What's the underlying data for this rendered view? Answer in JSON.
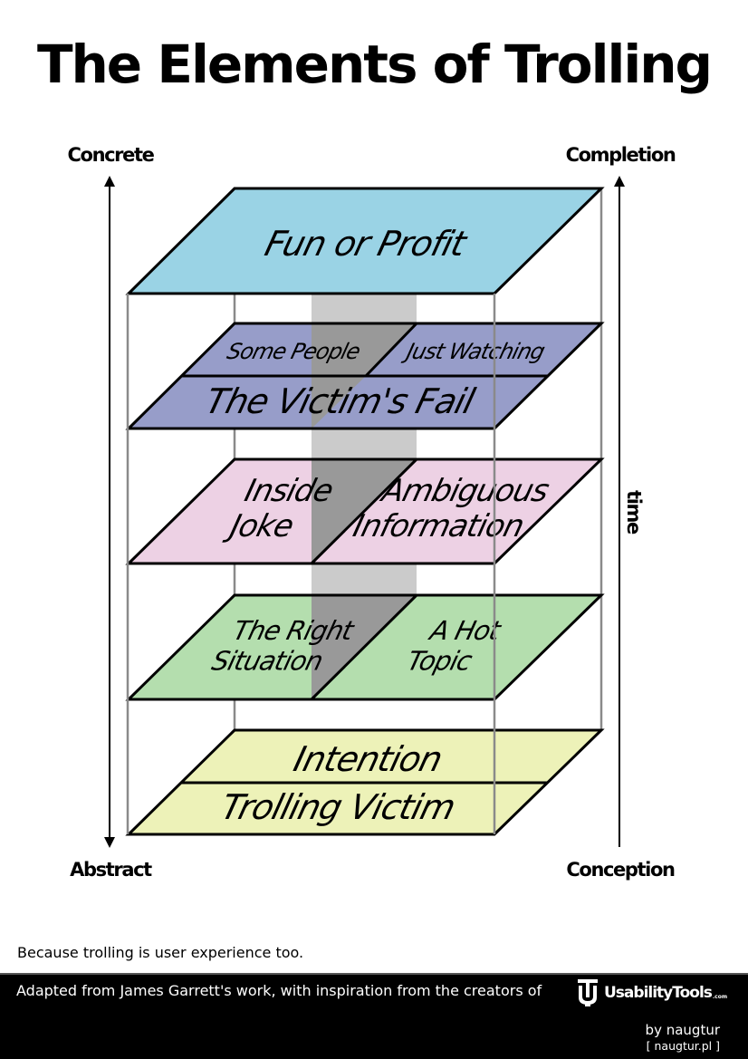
{
  "title": "The Elements of Trolling",
  "axes": {
    "left_top": "Concrete",
    "left_bottom": "Abstract",
    "right_top": "Completion",
    "right_bottom": "Conception",
    "right_side": "time"
  },
  "colors": {
    "top_layer": "#9AD3E5",
    "purple_layer": "#979DC9",
    "pink_layer": "#EDD1E4",
    "green_layer": "#B4DEAE",
    "yellow_layer": "#EDF2B8",
    "light_band": "#CBCBCB",
    "dark_band": "#999999",
    "frame_lines": "#8A8A8A"
  },
  "layers": [
    {
      "id": "fun-or-profit",
      "segments": [
        "Fun or Profit"
      ]
    },
    {
      "id": "victims-fail",
      "segments": [
        "Some People",
        "Just Watching",
        "The Victim's Fail"
      ]
    },
    {
      "id": "joke-information",
      "segments": [
        "Inside\nJoke",
        "Ambiguous\nInformation"
      ]
    },
    {
      "id": "situation-topic",
      "segments": [
        "The Right\nSituation",
        "A Hot\nTopic"
      ]
    },
    {
      "id": "intention-victim",
      "segments": [
        "Intention",
        "Trolling Victim"
      ]
    }
  ],
  "tagline": "Because trolling is user experience too.",
  "footer": {
    "credit": "Adapted from James Garrett's work, with inspiration from the creators of",
    "logo_name": "UsabilityTools",
    "logo_tld": ".com",
    "author": "by naugtur",
    "author_site": "[ naugtur.pl ]"
  }
}
